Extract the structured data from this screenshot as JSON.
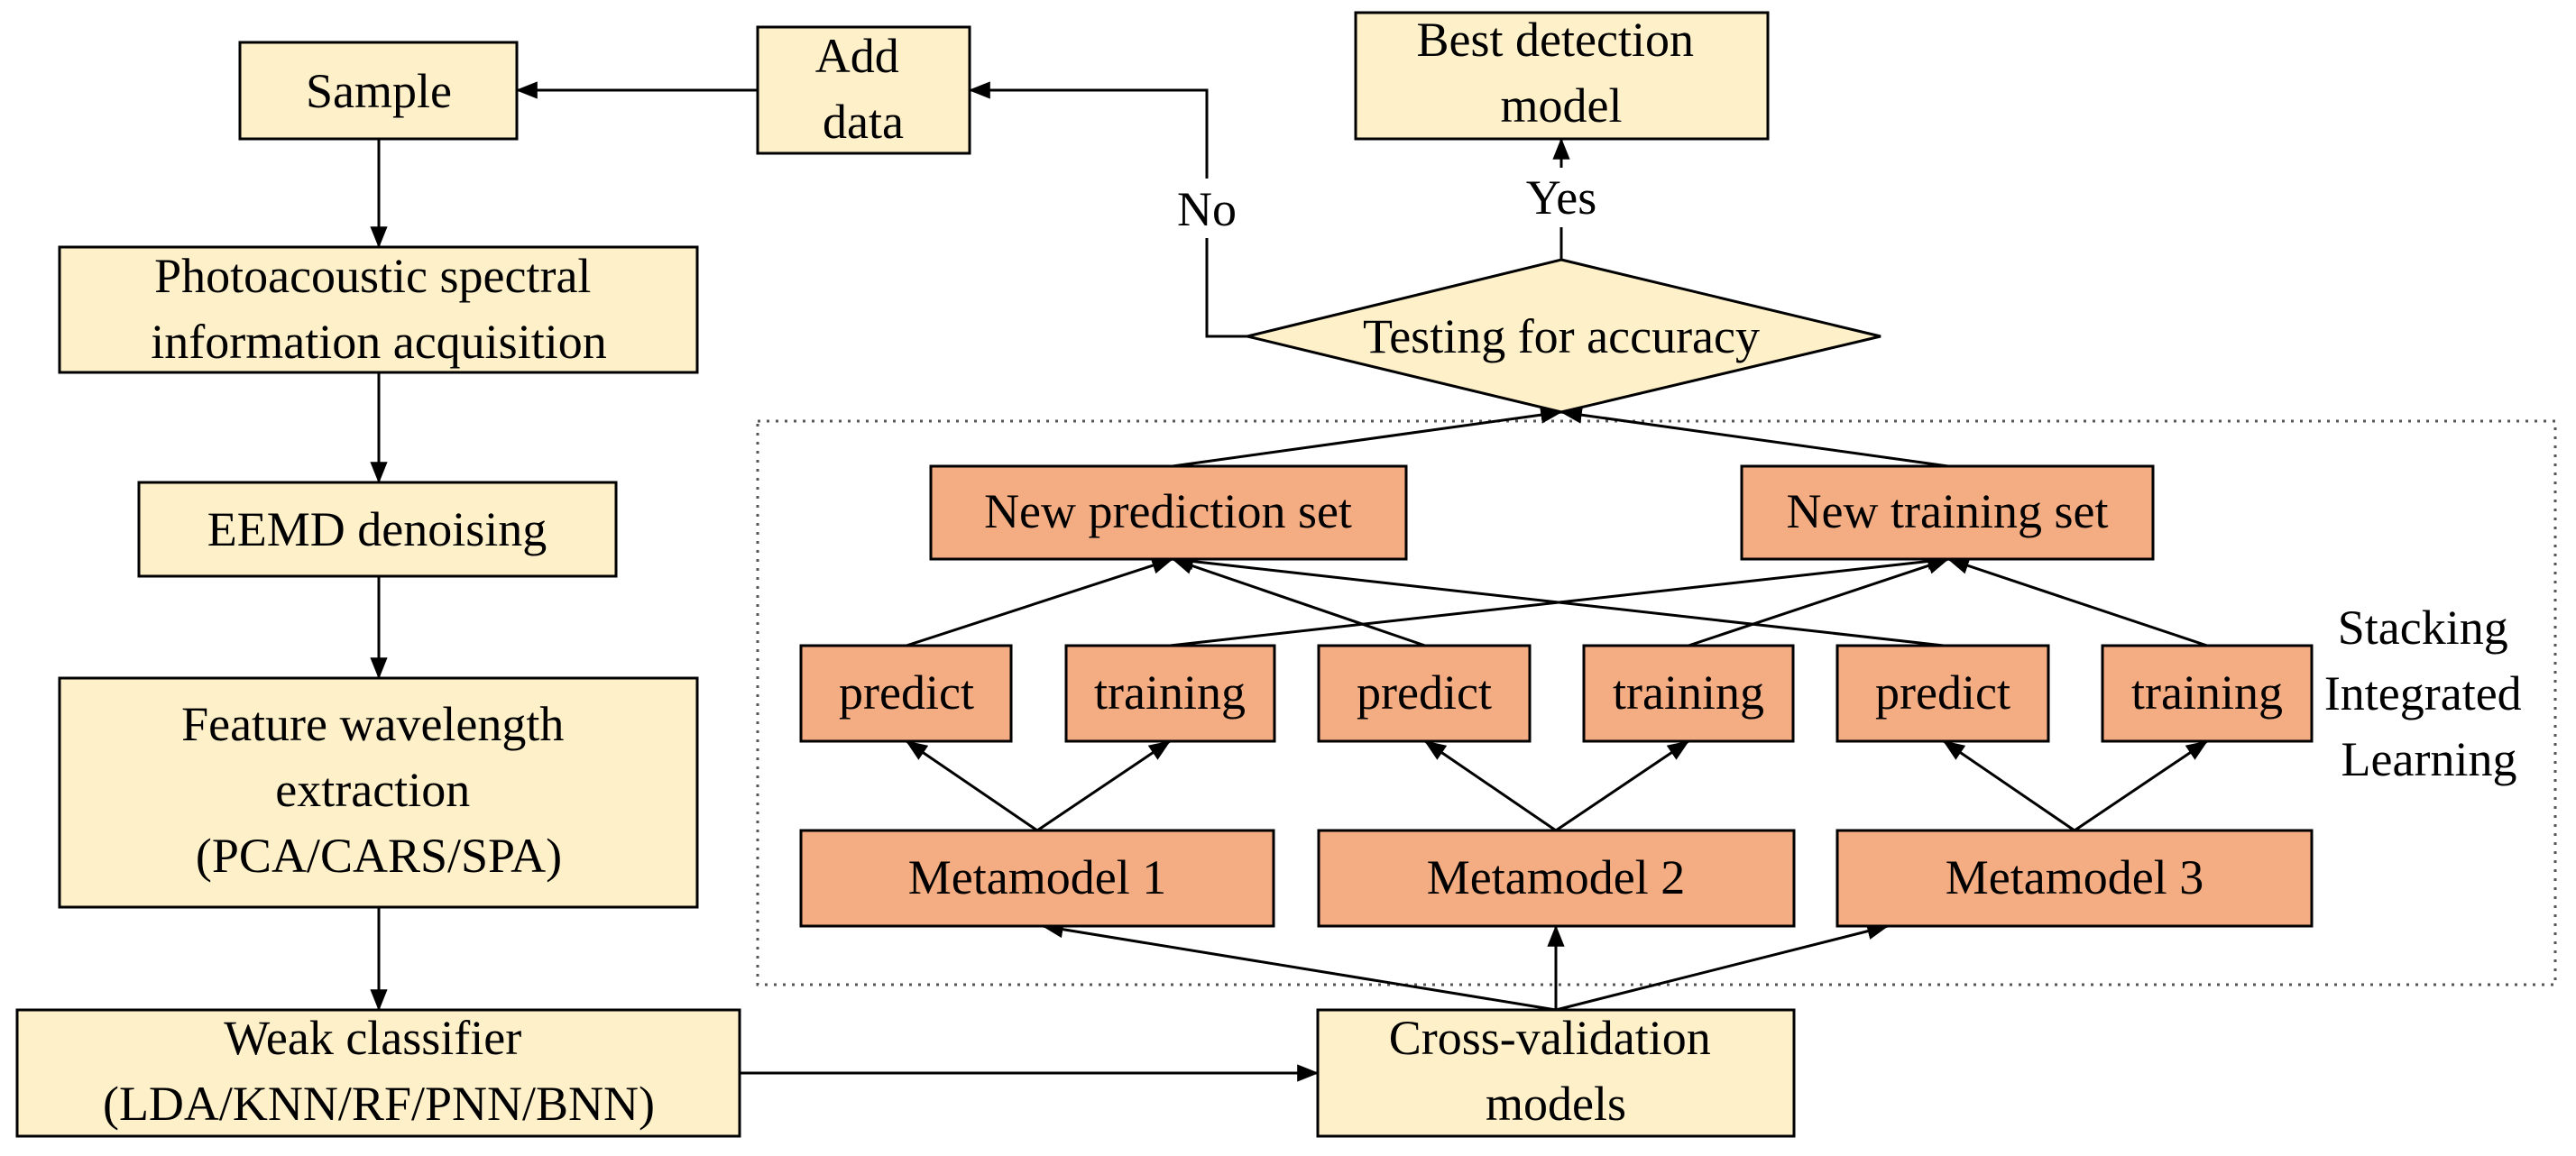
{
  "colors": {
    "light_box": "#FEF0C9",
    "orange_box": "#F4AD82",
    "stroke": "#000000",
    "background": "#FFFFFF"
  },
  "boxes": {
    "sample": "Sample",
    "add_data": [
      "Add",
      "data"
    ],
    "best_model": [
      "Best detection",
      "model"
    ],
    "photoacoustic": [
      "Photoacoustic spectral",
      "information acquisition"
    ],
    "eemd": "EEMD denoising",
    "feature": [
      "Feature wavelength",
      "extraction",
      "(PCA/CARS/SPA)"
    ],
    "weak": [
      "Weak classifier",
      "(LDA/KNN/RF/PNN/BNN)"
    ],
    "cross": [
      "Cross-validation",
      "models"
    ],
    "testing": "Testing for accuracy",
    "new_prediction": "New prediction set",
    "new_training": "New training set",
    "predict": "predict",
    "training": "training",
    "metamodel_1": "Metamodel 1",
    "metamodel_2": "Metamodel 2",
    "metamodel_3": "Metamodel 3"
  },
  "labels": {
    "no": "No",
    "yes": "Yes",
    "stacking": [
      "Stacking",
      "Integrated",
      "Learning"
    ]
  }
}
